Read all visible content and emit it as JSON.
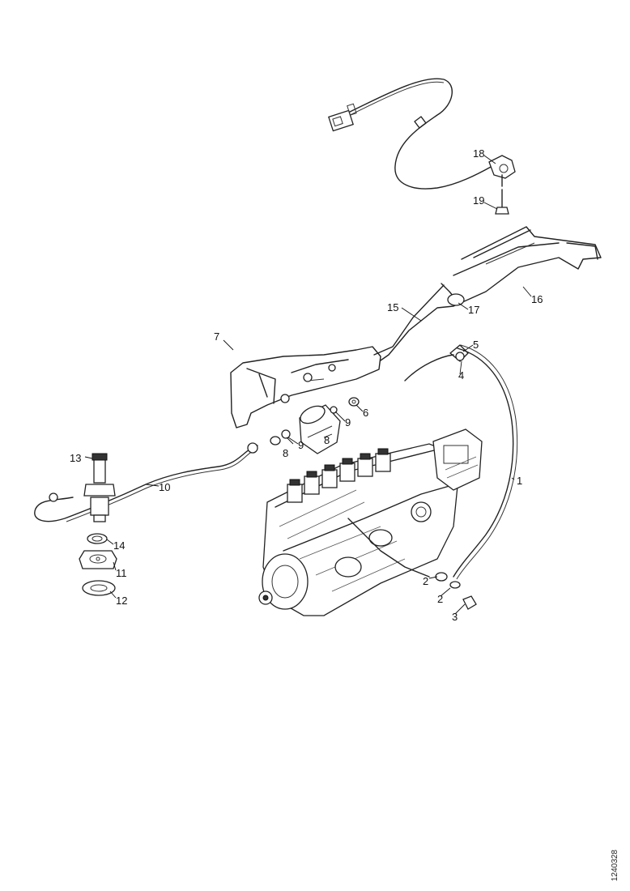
{
  "callouts": {
    "c1": "1",
    "c2a": "2",
    "c2b": "2",
    "c3": "3",
    "c4": "4",
    "c5": "5",
    "c6": "6",
    "c7": "7",
    "c8a": "8",
    "c8b": "8",
    "c9a": "9",
    "c9b": "9",
    "c10": "10",
    "c11": "11",
    "c12": "12",
    "c13": "13",
    "c14": "14",
    "c15": "15",
    "c16": "16",
    "c17": "17",
    "c18": "18",
    "c19": "19"
  },
  "document_id": "1240328"
}
